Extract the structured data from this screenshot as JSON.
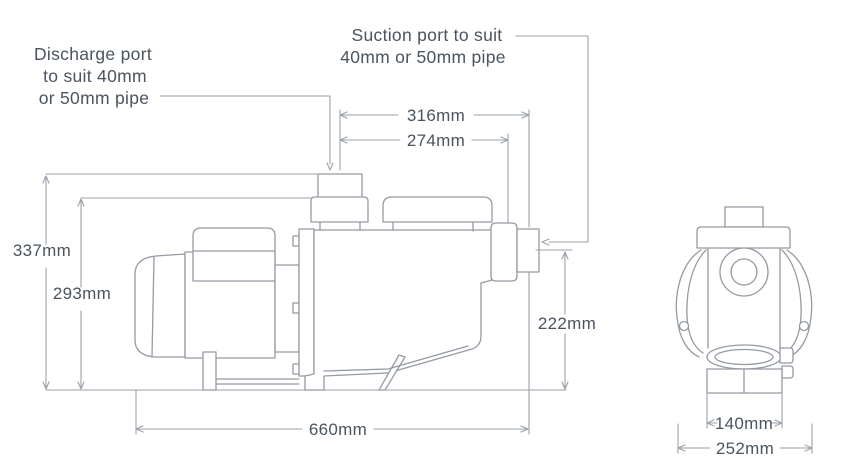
{
  "annotations": {
    "discharge": [
      "Discharge port",
      "to suit 40mm",
      "or 50mm pipe"
    ],
    "suction": [
      "Suction port to suit",
      "40mm or 50mm pipe"
    ]
  },
  "dimensions": {
    "top_width_outer": "316mm",
    "top_width_inner": "274mm",
    "height_total": "337mm",
    "height_body": "293mm",
    "height_suction_port": "222mm",
    "length_overall": "660mm",
    "end_base_width": "140mm",
    "end_overall_width": "252mm"
  },
  "colors": {
    "line": "#949ba2",
    "dimension_line": "#9aa1a8",
    "text": "#4a545f",
    "background": "#ffffff"
  }
}
